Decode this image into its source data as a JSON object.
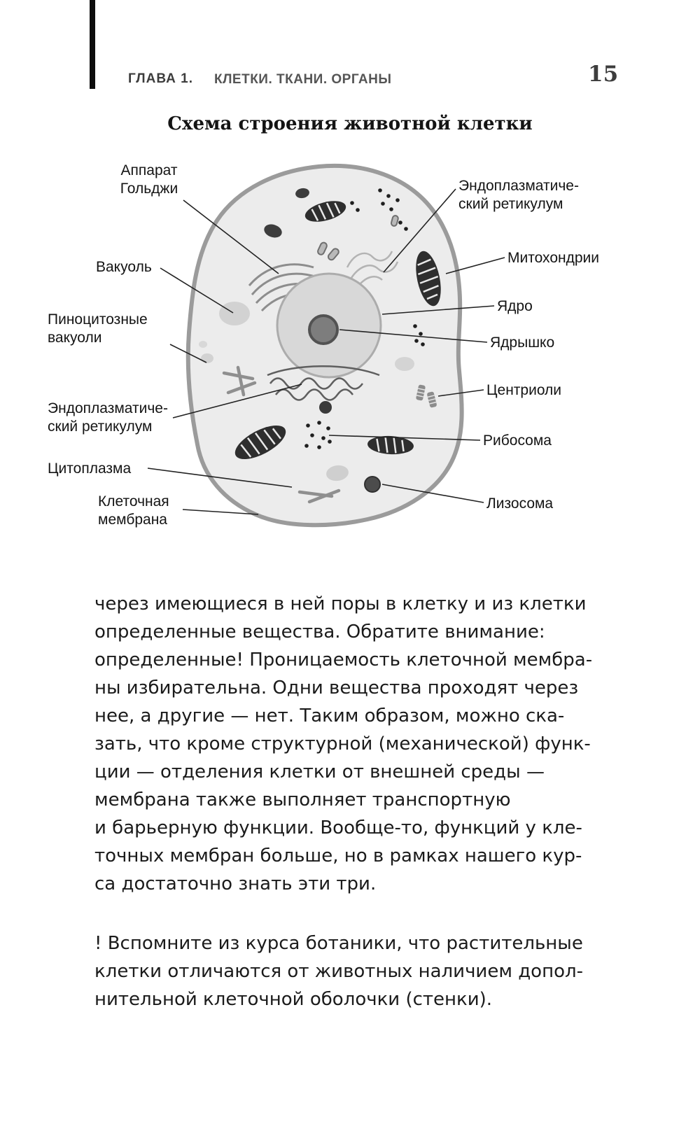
{
  "header": {
    "chapter": "ГЛАВА 1.",
    "section": "КЛЕТКИ. ТКАНИ. ОРГАНЫ",
    "page_number": "15"
  },
  "figure": {
    "title": "Схема строения животной клетки",
    "labels": {
      "golgi": "Аппарат\nГольджи",
      "vacuole": "Вакуоль",
      "pinocytotic": "Пиноцитозные\nвакуоли",
      "er_left": "Эндоплазматиче-\nский ретикулум",
      "cytoplasm": "Цитоплазма",
      "membrane": "Клеточная\nмембрана",
      "er_right": "Эндоплазматиче-\nский ретикулум",
      "mitochondria": "Митохондрии",
      "nucleus": "Ядро",
      "nucleolus": "Ядрышко",
      "centrioles": "Центриоли",
      "ribosome": "Рибосома",
      "lysosome": "Лизосома"
    }
  },
  "body": {
    "paragraph1": "через имеющиеся в ней поры в клетку и из клетки\nопределенные вещества. Обратите внимание:\nопределенные! Проницаемость клеточной мембра-\nны избирательна. Одни вещества проходят через\nнее, а другие — нет. Таким образом, можно ска-\nзать, что кроме структурной (механической) функ-\nции — отделения клетки от внешней среды —\nмембрана также выполняет транспортную\nи барьерную функции. Вообще-то, функций у кле-\nточных мембран больше, но в рамках нашего кур-\nса достаточно знать эти три.",
    "paragraph2": "! Вспомните из курса ботаники, что растительные\nклетки отличаются от животных наличием допол-\nнительной клеточной оболочки (стенки)."
  },
  "colors": {
    "cell_fill": "#ececec",
    "cell_stroke": "#9b9b9b",
    "text": "#1b1b1b"
  }
}
